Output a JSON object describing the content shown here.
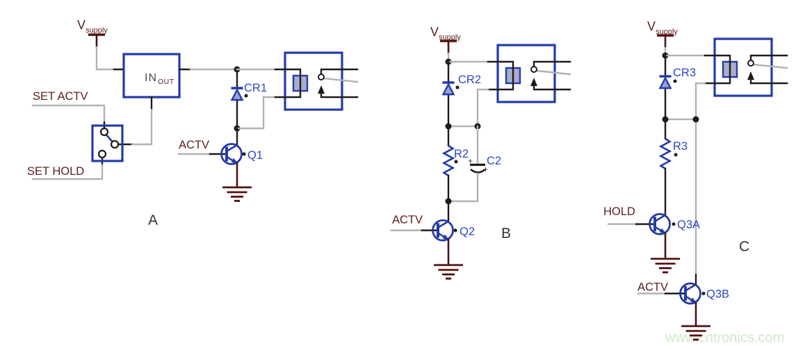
{
  "colors": {
    "wire_black": "#221818",
    "wire_gray": "#b3b1b1",
    "dark_red": "#4f1010",
    "label_maroon": "#5b1c1c",
    "blue": "#233ba8",
    "label_blue": "#2c46cc",
    "coil_fill": "#a9aecb",
    "diode_fill": "#98a2d8",
    "letter_gray": "#333333",
    "watermark_green": "#cfe9c8",
    "reg_in_gray": "#4a4a52"
  },
  "watermark": "www.cntronics.com",
  "circuits": {
    "a": {
      "letter": "A",
      "vsupply_main": "V",
      "vsupply_sub": "supply",
      "reg_in": "IN",
      "reg_out": "OUT",
      "set_actv": "SET ACTV",
      "set_hold": "SET HOLD",
      "actv": "ACTV",
      "cr": "CR1",
      "q": "Q1"
    },
    "b": {
      "letter": "B",
      "vsupply_main": "V",
      "vsupply_sub": "supply",
      "cr": "CR2",
      "r": "R2",
      "c": "C2",
      "plus_top": "+",
      "plus_bottom": "+",
      "actv": "ACTV",
      "q": "Q2"
    },
    "c": {
      "letter": "C",
      "vsupply_main": "V",
      "vsupply_sub": "supply",
      "cr": "CR3",
      "r": "R3",
      "hold": "HOLD",
      "q_hold": "Q3A",
      "actv": "ACTV",
      "q_actv": "Q3B"
    }
  }
}
